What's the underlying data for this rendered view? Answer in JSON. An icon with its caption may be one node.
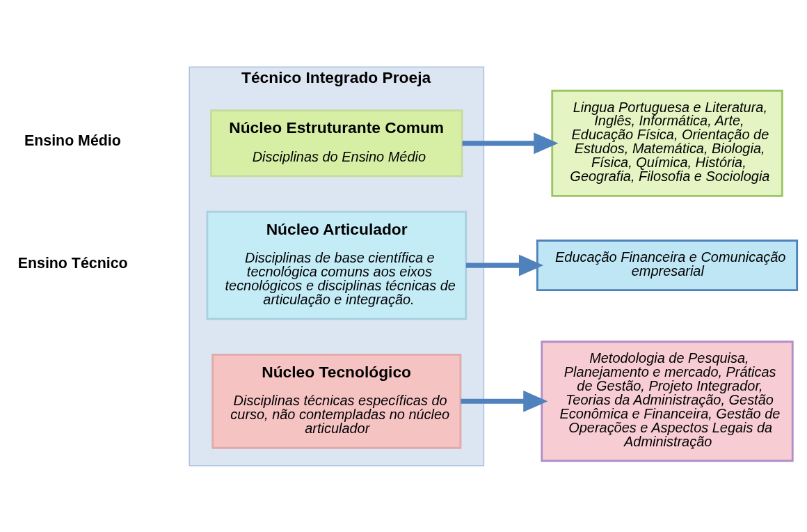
{
  "diagram": {
    "nodes": [
      {
        "text": [
          "Técnico Integrado Proeja"
        ]
      },
      {
        "text": [
          "Núcleo Estruturante Comum",
          "Disciplinas do Ensino Médio"
        ],
        "in": 0
      },
      {
        "text": [
          "Núcleo Articulador",
          "Disciplinas de base científica e tecnológica comuns aos eixos tecnológicos e disciplinas técnicas de articulação e integração."
        ],
        "in": 0
      },
      {
        "text": [
          "Núcleo Tecnológico",
          "Disciplinas técnicas específicas do curso, não contempladas no núcleo articulador"
        ],
        "in": 0
      },
      {
        "text": [
          "Lingua Portuguesa e Literatura, Inglês, Informática, Arte, Educação Física, Orientação de Estudos, Matemática, Biologia, Física, Química, História, Geografia, Filosofia e Sociologia"
        ]
      },
      {
        "text": [
          "Educação Financeira e Comunicação empresarial"
        ]
      },
      {
        "text": [
          "Metodologia de Pesquisa, Planejamento e mercado, Práticas de Gestão, Projeto Integrador, Teorias da Administração, Gestão Econômica e Financeira, Gestão de Operações e Aspectos Legais da Administração"
        ]
      }
    ],
    "edges": [
      {
        "from": 1,
        "to": 4,
        "arrow": "to"
      },
      {
        "from": 2,
        "to": 5,
        "arrow": "to"
      },
      {
        "from": 3,
        "to": 6,
        "arrow": "to"
      }
    ],
    "labels": [
      "Ensino Médio",
      "Ensino Técnico"
    ]
  }
}
